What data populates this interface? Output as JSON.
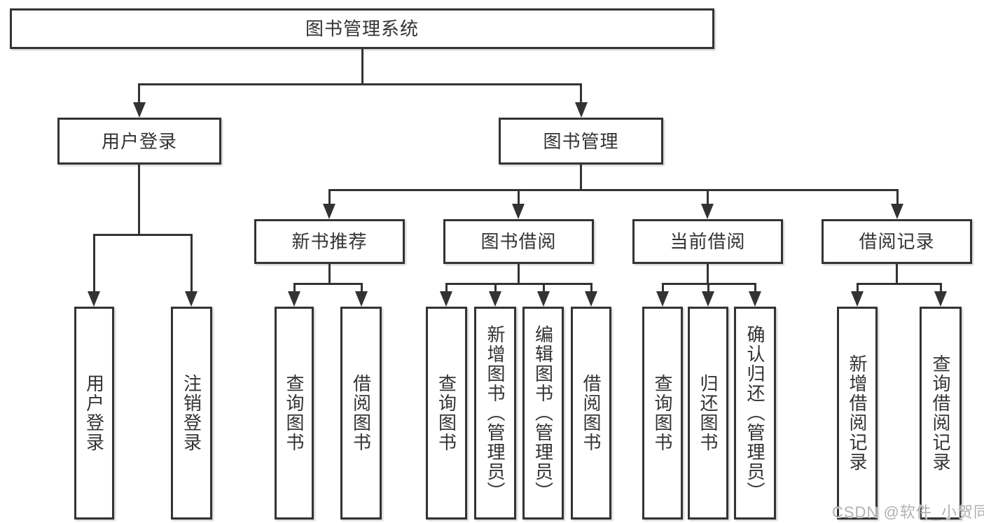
{
  "diagram": {
    "root": {
      "label": "图书管理系统"
    },
    "level2": [
      {
        "label": "用户登录"
      },
      {
        "label": "图书管理"
      }
    ],
    "level3": [
      {
        "label": "新书推荐",
        "parent": "图书管理"
      },
      {
        "label": "图书借阅",
        "parent": "图书管理"
      },
      {
        "label": "当前借阅",
        "parent": "图书管理"
      },
      {
        "label": "借阅记录",
        "parent": "图书管理"
      }
    ],
    "leaves": [
      {
        "label": "用户登录",
        "parent": "用户登录"
      },
      {
        "label": "注销登录",
        "parent": "用户登录"
      },
      {
        "label": "查询图书",
        "parent": "新书推荐"
      },
      {
        "label": "借阅图书",
        "parent": "新书推荐"
      },
      {
        "label": "查询图书",
        "parent": "图书借阅"
      },
      {
        "label": "新增图书（管理员）",
        "parent": "图书借阅"
      },
      {
        "label": "编辑图书（管理员）",
        "parent": "图书借阅"
      },
      {
        "label": "借阅图书",
        "parent": "图书借阅"
      },
      {
        "label": "查询图书",
        "parent": "当前借阅"
      },
      {
        "label": "归还图书",
        "parent": "当前借阅"
      },
      {
        "label": "确认归还（管理员）",
        "parent": "当前借阅"
      },
      {
        "label": "新增借阅记录",
        "parent": "借阅记录"
      },
      {
        "label": "查询借阅记录",
        "parent": "借阅记录"
      }
    ]
  },
  "watermark": {
    "text": "CSDN @软件_小贺同学"
  },
  "colors": {
    "line": "#333333",
    "box_border": "#333333",
    "text": "#333333",
    "background": "#ffffff",
    "watermark": "#b0b0b0"
  }
}
